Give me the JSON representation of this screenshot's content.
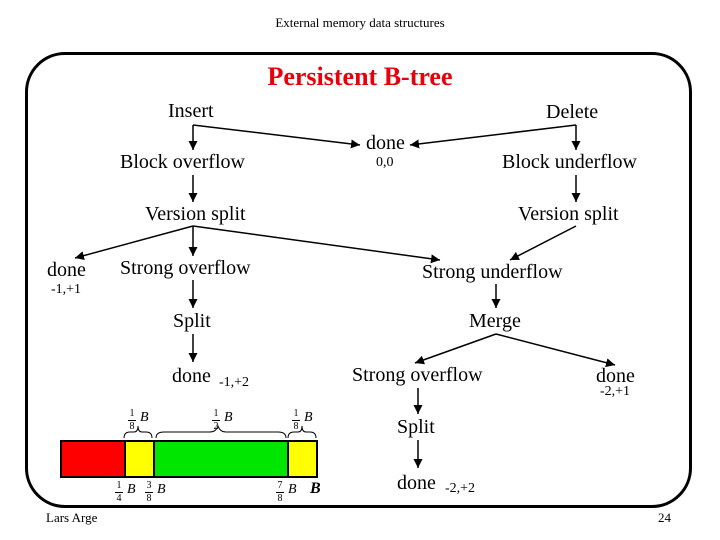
{
  "header": "External memory data structures",
  "title": "Persistent B-tree",
  "nodes": {
    "insert": "Insert",
    "delete": "Delete",
    "done_root": "done",
    "done_root_val": "0,0",
    "block_overflow": "Block overflow",
    "block_underflow": "Block underflow",
    "version_split_left": "Version split",
    "version_split_right": "Version split",
    "done_left": "done",
    "done_left_val": "-1,+1",
    "strong_overflow_left": "Strong overflow",
    "strong_underflow": "Strong underflow",
    "split_left": "Split",
    "merge": "Merge",
    "done_split_left": "done",
    "done_split_left_val": "-1,+2",
    "strong_overflow_right": "Strong overflow",
    "done_merge": "done",
    "done_merge_val": "-2,+1",
    "split_right": "Split",
    "done_split_right": "done",
    "done_split_right_val": "-2,+2"
  },
  "block_diagram": {
    "colors": {
      "red": "#ff0000",
      "yellow": "#ffff00",
      "green": "#00e600"
    },
    "top_labels": {
      "l1": {
        "num": "1",
        "den": "8",
        "sym": "B"
      },
      "l2": {
        "num": "1",
        "den": "2",
        "sym": "B"
      },
      "l3": {
        "num": "1",
        "den": "8",
        "sym": "B"
      }
    },
    "bottom_labels": {
      "b1": {
        "num": "1",
        "den": "4",
        "sym": "B"
      },
      "b2": {
        "num": "3",
        "den": "8",
        "sym": "B"
      },
      "b3": {
        "num": "7",
        "den": "8",
        "sym": "B"
      },
      "b4": "B"
    }
  },
  "footer": {
    "author": "Lars Arge",
    "page": "24"
  }
}
